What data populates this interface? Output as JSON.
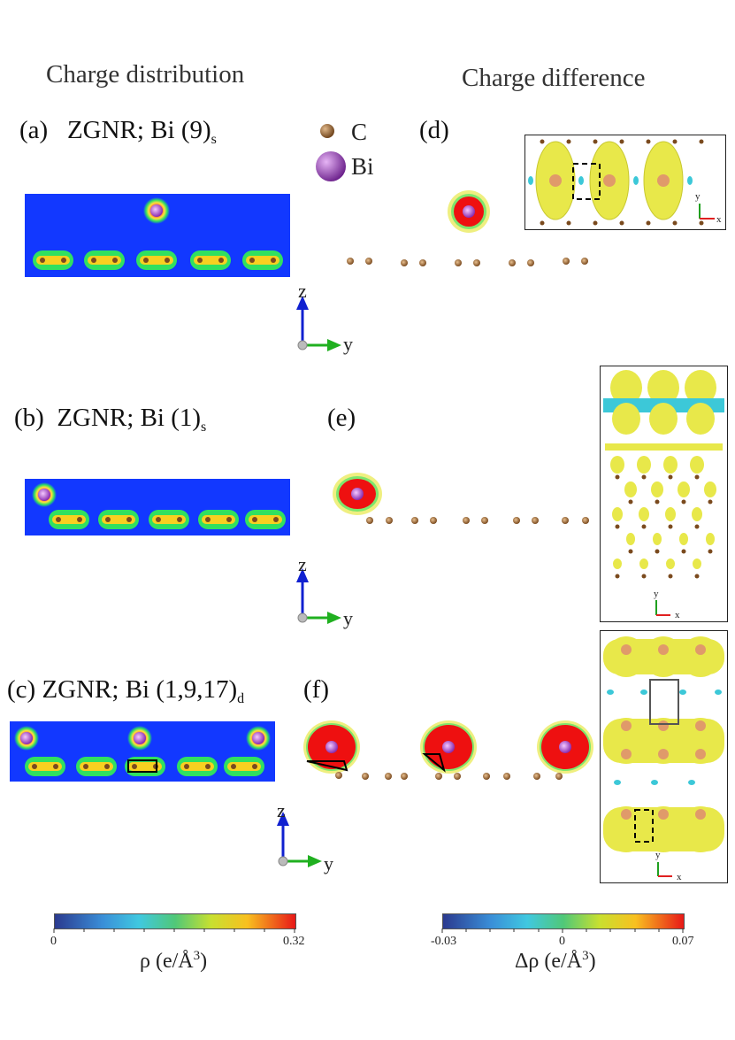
{
  "headers": {
    "left": "Charge distribution",
    "right": "Charge difference"
  },
  "panels": {
    "a": {
      "label": "(a)",
      "title": "ZGNR; Bi (9)",
      "sub": "s"
    },
    "b": {
      "label": "(b)",
      "title": "ZGNR; Bi (1)",
      "sub": "s"
    },
    "c": {
      "label": "(c)",
      "title": "ZGNR; Bi (1,9,17)",
      "sub": "d"
    },
    "d": {
      "label": "(d)"
    },
    "e": {
      "label": "(e)"
    },
    "f": {
      "label": "(f)"
    }
  },
  "legend": {
    "c_label": "C",
    "bi_label": "Bi",
    "c_color": "#8b5a2b",
    "bi_color": "#9b3fc0"
  },
  "axes": {
    "z": "z",
    "y": "y",
    "inset_y": "y",
    "inset_x": "x"
  },
  "colorbar_rho": {
    "min": "0",
    "max": "0.32",
    "label": "ρ (e/Å",
    "exp": "3",
    "close": ")"
  },
  "colorbar_drho": {
    "min": "-0.03",
    "mid": "0",
    "max": "0.07",
    "label": "Δρ (e/Å",
    "exp": "3",
    "close": ")"
  },
  "colors": {
    "map_bg": "#1238ff",
    "iso_yellow": "#e8e84a",
    "iso_cyan": "#3cc8d8",
    "density_red": "#ee1010"
  }
}
